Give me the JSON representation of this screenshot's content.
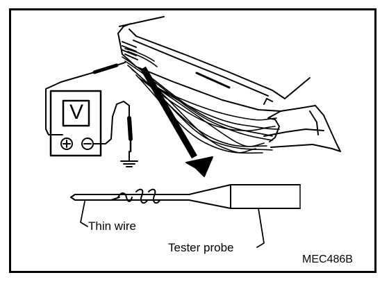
{
  "meter": {
    "display_letter": "V",
    "plus_symbol": "⊕",
    "minus_symbol": "⊖"
  },
  "labels": {
    "thin_wire": "Thin wire",
    "tester_probe": "Tester probe",
    "figure_code": "MEC486B"
  },
  "colors": {
    "ink": "#000000",
    "paper": "#ffffff"
  }
}
